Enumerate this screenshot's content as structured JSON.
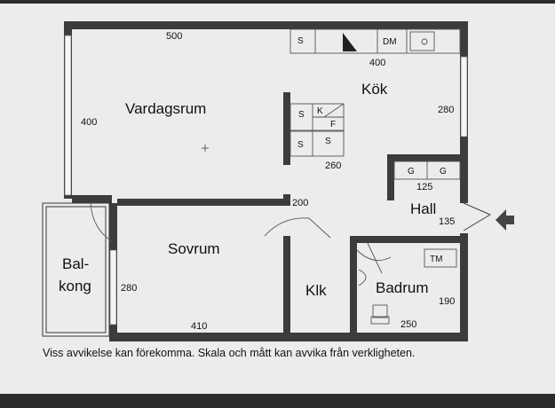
{
  "rooms": {
    "vardagsrum": "Vardagsrum",
    "kok": "Kök",
    "hall": "Hall",
    "sovrum": "Sovrum",
    "balkong_line1": "Bal-",
    "balkong_line2": "kong",
    "klk": "Klk",
    "badrum": "Badrum"
  },
  "dimensions": {
    "vardagsrum_width": "500",
    "vardagsrum_depth": "400",
    "kok_counter": "400",
    "kok_depth": "280",
    "kok_cabinets": "260",
    "hall_wardrobe": "125",
    "hall_depth": "135",
    "corridor": "200",
    "sovrum_width": "410",
    "sovrum_depth": "280",
    "badrum_width": "250",
    "badrum_depth": "190"
  },
  "fixtures": {
    "s": "S",
    "k": "K",
    "f": "F",
    "dm": "DM",
    "g": "G",
    "tm": "TM"
  },
  "caption": "Viss avvikelse kan förekomma. Skala och mått kan avvika från verkligheten.",
  "colors": {
    "wall": "#3c3c3c",
    "paper": "#ececec",
    "screen_bezel": "#2b2b2b"
  }
}
